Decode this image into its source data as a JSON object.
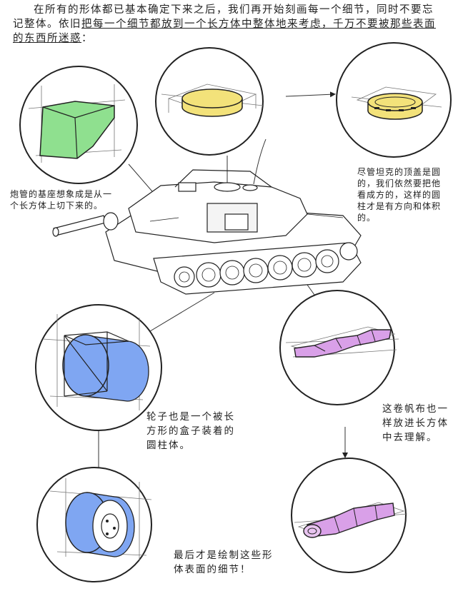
{
  "intro": {
    "lead": "在所有的形体都已基本确定下来之后，我们再开始刻画每一个细节，同时不要忘记整体。依旧",
    "emphasis": "把每一个细节都放到一个长方体中整体地来考虑，千万不要被那些表面的东西所迷惑",
    "tail": "："
  },
  "captions": {
    "gun_base": "炮管的基座想象成是从一个长方体上切下来的。",
    "turret_top": "尽管坦克的顶盖是圆的，我们依然要把他看成方的，这样的圆柱才是有方向和体积的。",
    "wheel": "轮子也是一个被长方形的盒子装着的圆柱体。",
    "canvas_roll": "这卷帆布也一样放进长方体中去理解。",
    "details": "最后才是绘制这些形体表面的细节！"
  },
  "colors": {
    "green": "#8fe08f",
    "yellow": "#f3e27a",
    "blue": "#7fa6f2",
    "purple": "#d9a0e8",
    "ink": "#222222"
  }
}
